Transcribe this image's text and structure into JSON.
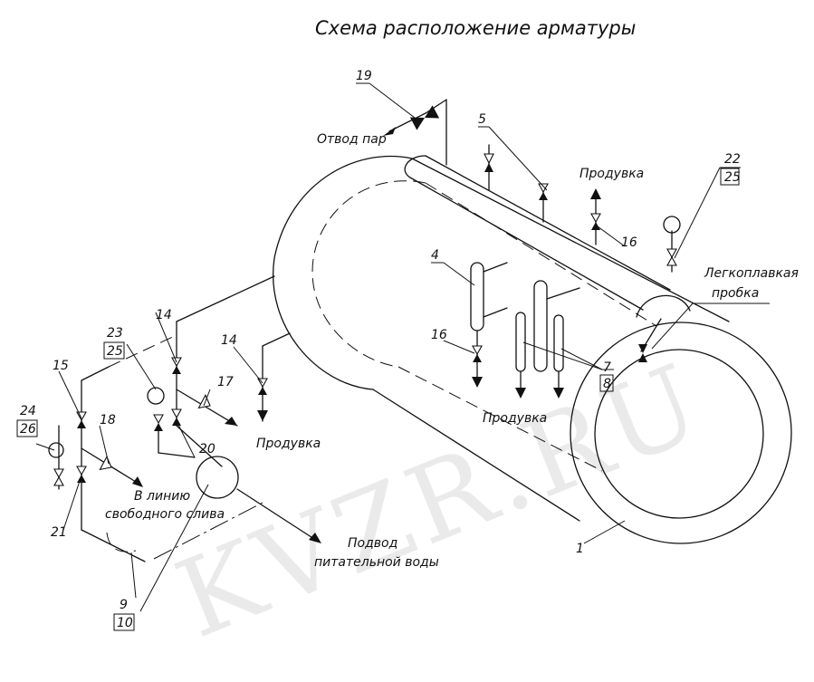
{
  "title": "Схема расположение арматуры",
  "watermark": "KVZR.RU",
  "labels": {
    "steam_outlet": "Отвод пар",
    "blowdown_top": "Продувка",
    "fusible_plug_1": "Легкоплавкая",
    "fusible_plug_2": "пробка",
    "blowdown_bottom": "Продувка",
    "blowdown_left": "Продувка",
    "free_drain_1": "В линию",
    "free_drain_2": "свободного слива",
    "feed_water_1": "Подвод",
    "feed_water_2": "питательной воды"
  },
  "numbers": {
    "n19": "19",
    "n5": "5",
    "n16a": "16",
    "n22": "22",
    "n25a": "25",
    "n4": "4",
    "n16b": "16",
    "n7": "7",
    "n8": "8",
    "n14a": "14",
    "n14b": "14",
    "n23": "23",
    "n25b": "25",
    "n17": "17",
    "n15": "15",
    "n18": "18",
    "n20": "20",
    "n24": "24",
    "n26": "26",
    "n21": "21",
    "n9": "9",
    "n10": "10",
    "n1": "1"
  }
}
